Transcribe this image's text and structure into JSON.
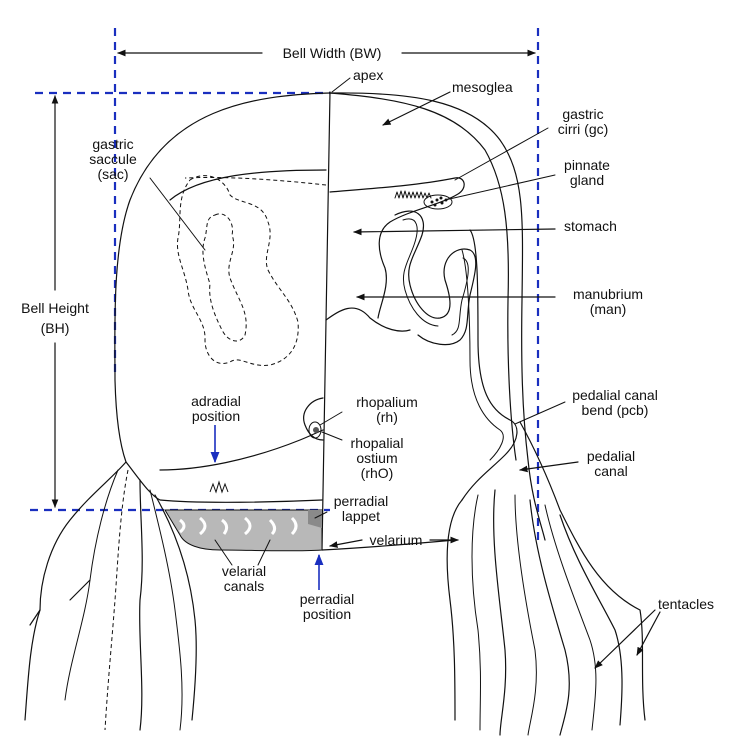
{
  "labels": {
    "bell_width": "Bell Width (BW)",
    "apex": "apex",
    "mesoglea": "mesoglea",
    "gastric_cirri_1": "gastric",
    "gastric_cirri_2": "cirri (gc)",
    "gastric_saccule_1": "gastric",
    "gastric_saccule_2": "saccule",
    "gastric_saccule_3": "(sac)",
    "pinnate_gland_1": "pinnate",
    "pinnate_gland_2": "gland",
    "stomach": "stomach",
    "bell_height_1": "Bell Height",
    "bell_height_2": "(BH)",
    "manubrium_1": "manubrium",
    "manubrium_2": "(man)",
    "adradial_1": "adradial",
    "adradial_2": "position",
    "rhopalium_1": "rhopalium",
    "rhopalium_2": "(rh)",
    "pedalial_bend_1": "pedalial canal",
    "pedalial_bend_2": "bend (pcb)",
    "rhopalial_ostium_1": "rhopalial",
    "rhopalial_ostium_2": "ostium",
    "rhopalial_ostium_3": "(rhO)",
    "pedalial_canal_1": "pedalial",
    "pedalial_canal_2": "canal",
    "perradial_lappet_1": "perradial",
    "perradial_lappet_2": "lappet",
    "velarium": "velarium",
    "velarial_canals_1": "velarial",
    "velarial_canals_2": "canals",
    "perradial_position_1": "perradial",
    "perradial_position_2": "position",
    "tentacles": "tentacles"
  },
  "colors": {
    "guide_blue": "#1a2fbf",
    "line": "#111111",
    "velarium_fill": "#b8b8b8",
    "lappet_fill": "#8a8a8a"
  }
}
